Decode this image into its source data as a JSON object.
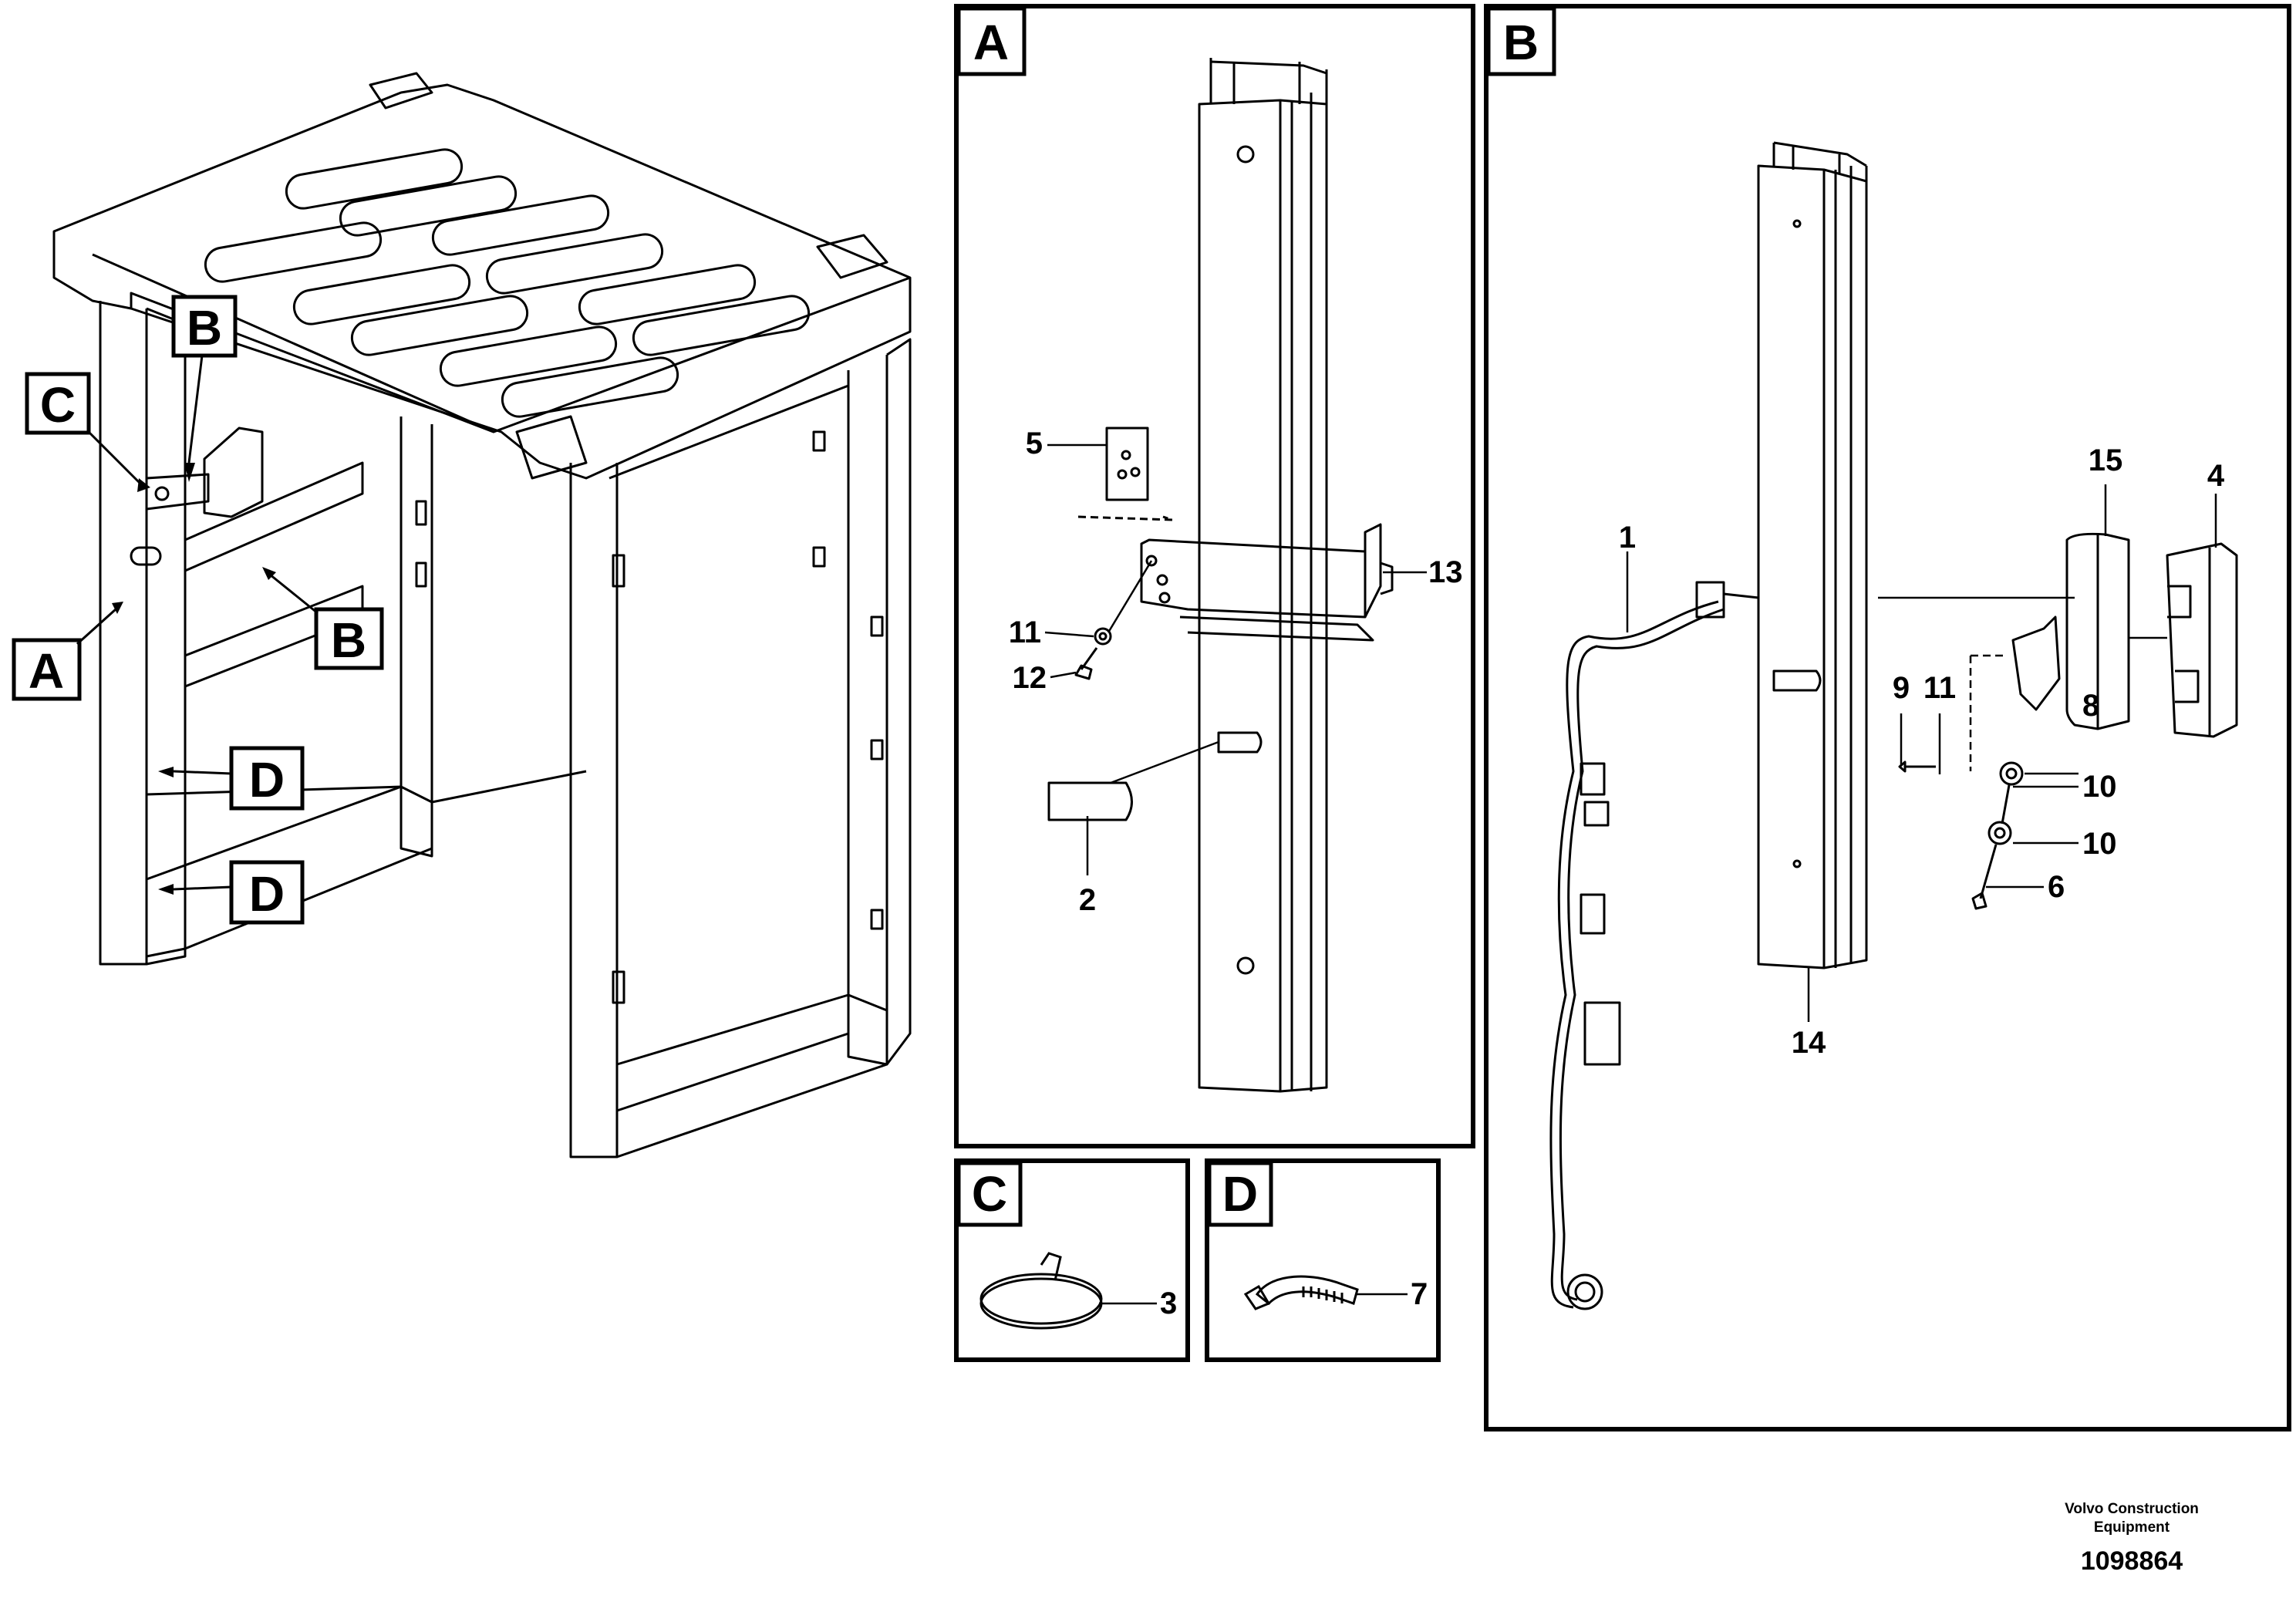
{
  "detail_boxes": {
    "A": "A",
    "B": "B",
    "C": "C",
    "D": "D"
  },
  "overview_tags": [
    "B",
    "C",
    "B",
    "A",
    "D",
    "D"
  ],
  "callouts": {
    "a_5": "5",
    "a_13": "13",
    "a_11": "11",
    "a_12": "12",
    "a_2": "2",
    "b_1": "1",
    "b_15": "15",
    "b_4": "4",
    "b_9": "9",
    "b_11": "11",
    "b_8": "8",
    "b_10a": "10",
    "b_10b": "10",
    "b_6": "6",
    "b_14": "14",
    "c_3": "3",
    "d_7": "7"
  },
  "footer": {
    "company_line1": "Volvo Construction",
    "company_line2": "Equipment",
    "code": "1098864"
  }
}
